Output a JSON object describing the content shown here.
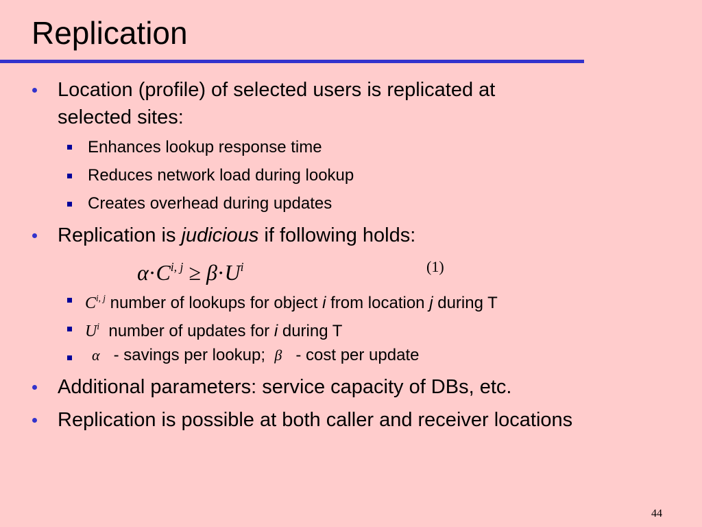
{
  "slide": {
    "title": "Replication",
    "bullet1_line1": "Location (profile) of selected users is replicated at",
    "bullet1_line2": "selected sites:",
    "sub1": [
      "Enhances lookup response time",
      "Reduces network load during lookup",
      "Creates overhead during updates"
    ],
    "bullet2_pre": "Replication is ",
    "bullet2_em": "judicious",
    "bullet2_post": " if following holds:",
    "formula": {
      "alpha": "α",
      "dot": "·",
      "C": "C",
      "ij": "i, j",
      "geq": "≥",
      "beta": "β",
      "U": "U",
      "i": "i",
      "eq_number": "(1)"
    },
    "sub2": {
      "c_text_a": "number of lookups for object ",
      "c_i": "i",
      "c_text_b": " from location ",
      "c_j": "j",
      "c_text_c": " during T",
      "u_text_a": "number of updates for ",
      "u_i": "i",
      "u_text_b": " during T",
      "alpha_text": "- savings per lookup;",
      "beta_text": "- cost per update"
    },
    "bullet3": "Additional parameters: service capacity of DBs, etc.",
    "bullet4": "Replication is possible at both caller and receiver locations",
    "page_number": "44"
  },
  "colors": {
    "background": "#ffcccc",
    "rule": "#3333cc",
    "bullet_dot": "#3333cc",
    "bullet_square": "#000099"
  }
}
